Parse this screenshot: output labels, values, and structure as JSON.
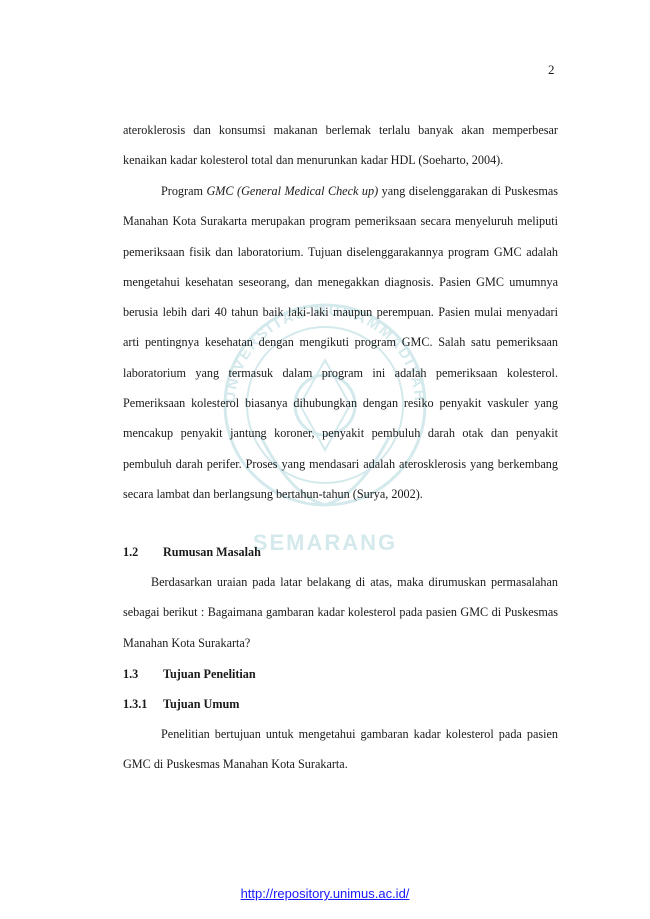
{
  "page": {
    "number": "2",
    "footer_link": "http://repository.unimus.ac.id/"
  },
  "watermark": {
    "text_top": "UNIVERSITAS MUHAMMADIYAH",
    "text_bottom": "SEMARANG",
    "color": "#1a8a9a"
  },
  "paragraphs": {
    "p1": "ateroklerosis dan konsumsi makanan berlemak terlalu banyak akan memperbesar kenaikan kadar kolesterol total dan menurunkan kadar HDL (Soeharto, 2004).",
    "p2_before": "Program ",
    "p2_italic": "GMC (General Medical Check up)",
    "p2_after": " yang diselenggarakan di Puskesmas Manahan Kota Surakarta merupakan program pemeriksaan secara menyeluruh meliputi pemeriksaan fisik dan laboratorium. Tujuan diselenggarakannya program GMC adalah mengetahui kesehatan seseorang, dan menegakkan diagnosis. Pasien GMC umumnya berusia lebih dari 40 tahun baik laki-laki maupun perempuan. Pasien mulai menyadari arti pentingnya kesehatan dengan mengikuti program GMC. Salah satu pemeriksaan laboratorium yang termasuk dalam program ini adalah pemeriksaan kolesterol. Pemeriksaan kolesterol biasanya dihubungkan dengan resiko penyakit vaskuler yang mencakup penyakit jantung koroner, penyakit pembuluh darah otak dan penyakit pembuluh darah perifer. Proses yang mendasari adalah aterosklerosis yang berkembang secara lambat dan berlangsung bertahun-tahun (Surya, 2002).",
    "p3": "Berdasarkan uraian pada latar belakang di atas, maka dirumuskan permasalahan sebagai berikut : Bagaimana gambaran kadar kolesterol pada pasien GMC di Puskesmas Manahan Kota Surakarta?",
    "p4": "Penelitian bertujuan untuk mengetahui gambaran kadar kolesterol pada pasien GMC di Puskesmas Manahan Kota Surakarta."
  },
  "headings": {
    "h12_num": "1.2",
    "h12_title": "Rumusan Masalah",
    "h13_num": "1.3",
    "h13_title": "Tujuan Penelitian",
    "h131_num": "1.3.1",
    "h131_title": "Tujuan Umum"
  }
}
